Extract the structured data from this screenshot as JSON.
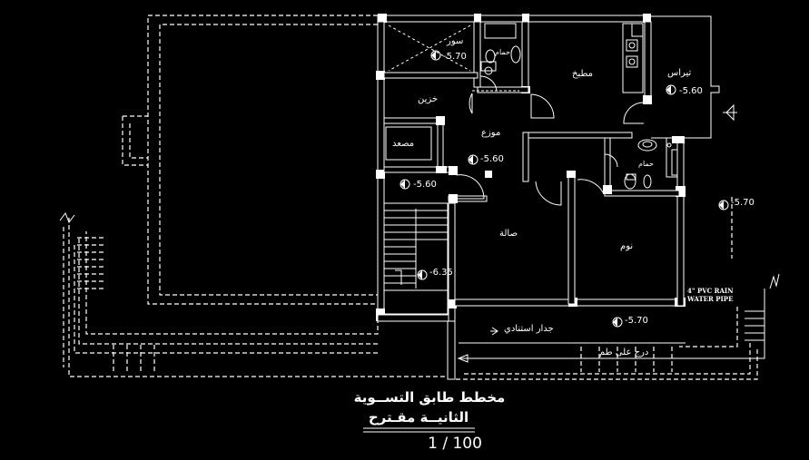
{
  "rooms": {
    "sur": "سور",
    "hammam_top": "حمام",
    "kitchen": "مطبخ",
    "terrace": "تيراس",
    "storage": "خزين",
    "mawzaa": "موزع",
    "elevator": "مصعد",
    "hammam_right": "حمام",
    "living": "صالة",
    "bedroom": "نوم"
  },
  "levels": {
    "l1": "-5.70",
    "l2": "-5.60",
    "l3": "-5.60",
    "l4": "-5.60",
    "l5": "-5.70",
    "l6": "-6.35",
    "l7": "-5.70"
  },
  "notes": {
    "pipe_line1": "4\" PVC RAIN",
    "pipe_line2": "WATER PIPE",
    "wall_note": "جدار استنادي",
    "stair_note": "درج على طم"
  },
  "title": {
    "line1": "مخطط طابق التســوية",
    "line2": "الثانيــة مقـترح"
  },
  "scale": "1 / 100"
}
